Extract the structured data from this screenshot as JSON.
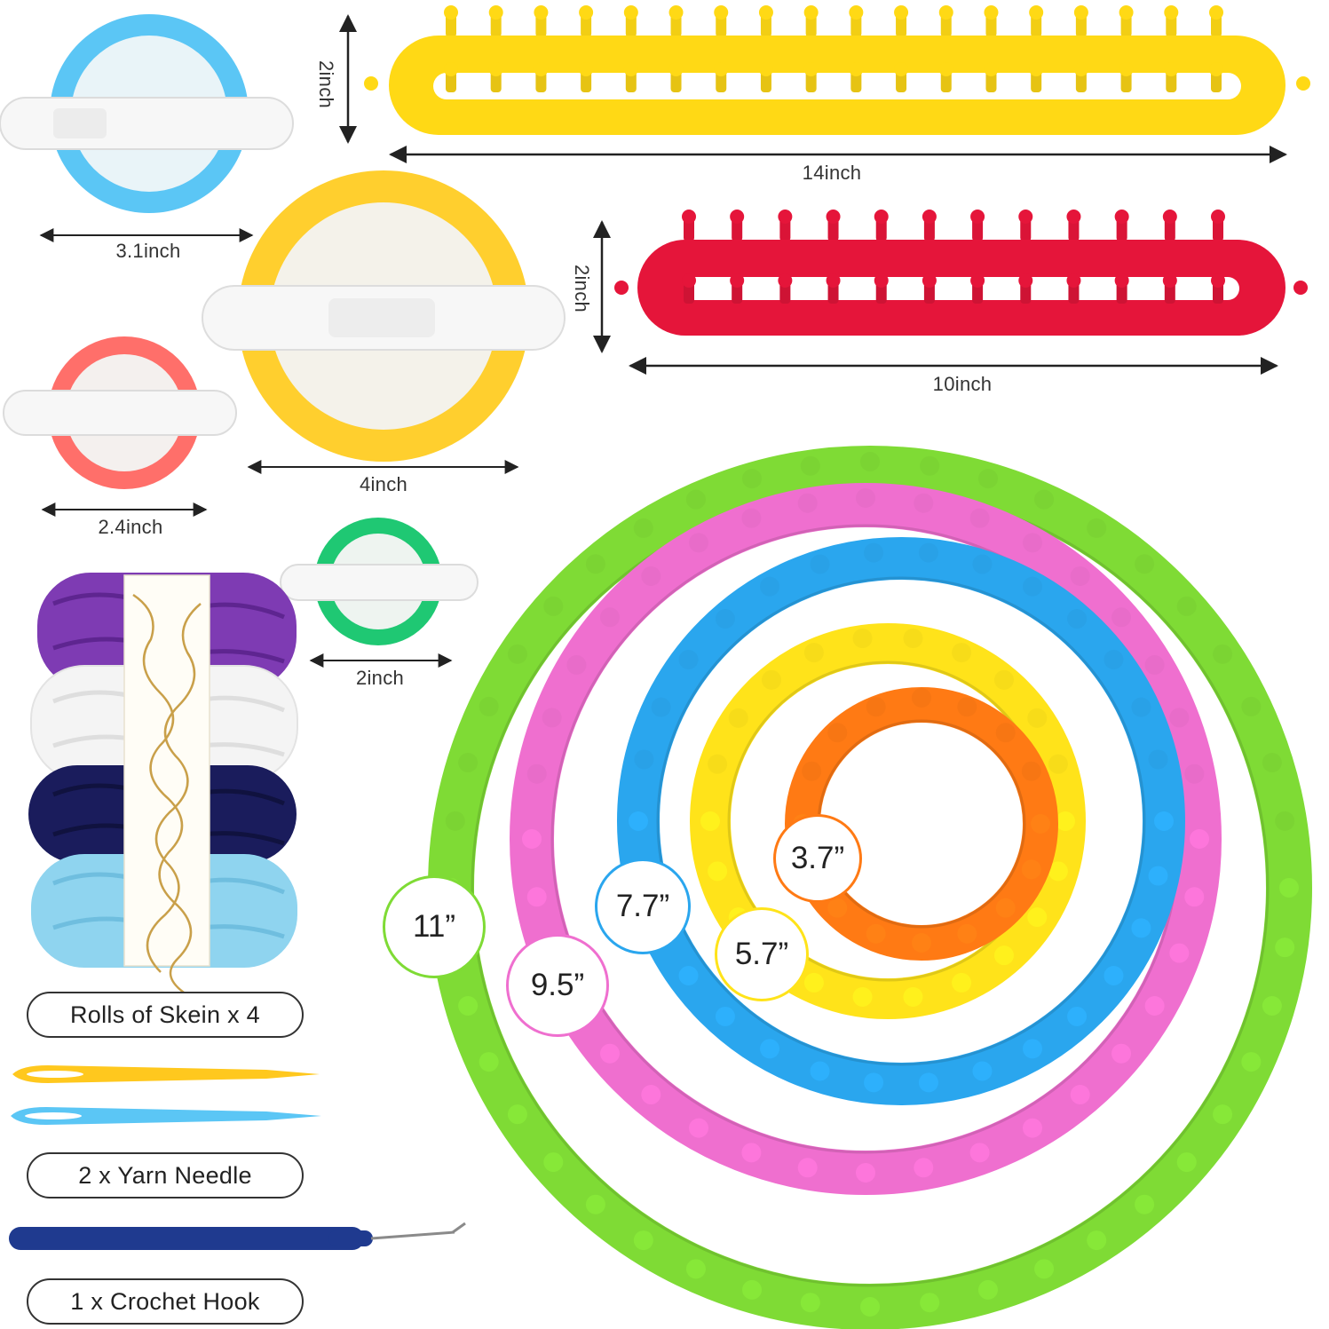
{
  "colors": {
    "loom_green": "#7fdb35",
    "loom_pink": "#ef6fcf",
    "loom_blue": "#2aa6ee",
    "loom_yellow": "#ffe31a",
    "loom_orange": "#ff7a14",
    "long_loom_yellow": "#ffd915",
    "long_loom_red": "#e5153a",
    "pom_blue": "#5bc6f5",
    "pom_yellow": "#ffcf2e",
    "pom_coral": "#ff6f6a",
    "pom_green": "#1fc873",
    "yarn_purple": "#7e3bb3",
    "yarn_white": "#f4f4f4",
    "yarn_navy": "#1a1c5c",
    "yarn_lightblue": "#8fd4ef"
  },
  "dimensions": {
    "long_yellow_length": "14inch",
    "long_yellow_height": "2inch",
    "long_red_length": "10inch",
    "long_red_height": "2inch",
    "pom_blue": "3.1inch",
    "pom_yellow": "4inch",
    "pom_coral": "2.4inch",
    "pom_green": "2inch"
  },
  "round_looms": [
    {
      "label": "11”",
      "color": "#7fdb35"
    },
    {
      "label": "9.5”",
      "color": "#ef6fcf"
    },
    {
      "label": "7.7”",
      "color": "#2aa6ee"
    },
    {
      "label": "5.7”",
      "color": "#ffe31a"
    },
    {
      "label": "3.7”",
      "color": "#ff7a14"
    }
  ],
  "accessories": {
    "skein_label": "Rolls of Skein x 4",
    "needle_label": "2 x Yarn Needle",
    "hook_label": "1 x Crochet Hook"
  }
}
